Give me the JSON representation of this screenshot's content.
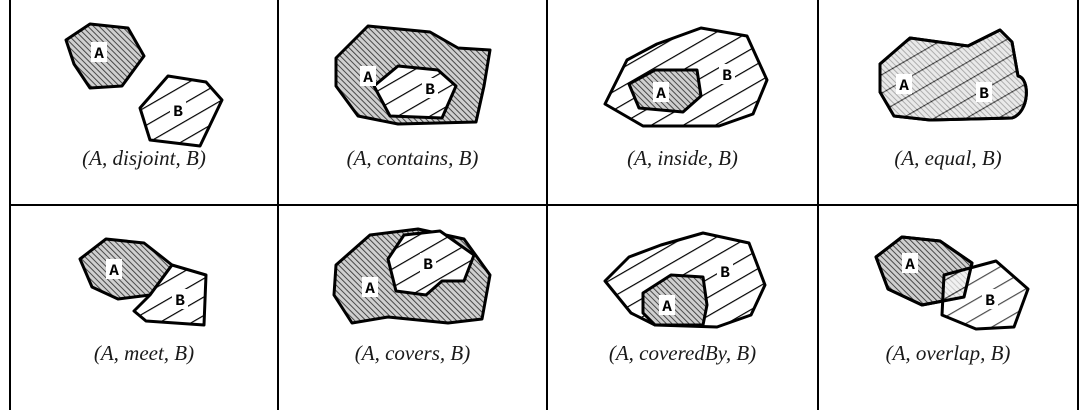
{
  "relations": [
    {
      "label_a": "A",
      "label_b": "B",
      "caption": "(A, disjoint, B)"
    },
    {
      "label_a": "A",
      "label_b": "B",
      "caption": "(A, contains, B)"
    },
    {
      "label_a": "A",
      "label_b": "B",
      "caption": "(A, inside, B)"
    },
    {
      "label_a": "A",
      "label_b": "B",
      "caption": "(A, equal, B)"
    },
    {
      "label_a": "A",
      "label_b": "B",
      "caption": "(A, meet, B)"
    },
    {
      "label_a": "A",
      "label_b": "B",
      "caption": "(A, covers, B)"
    },
    {
      "label_a": "A",
      "label_b": "B",
      "caption": "(A, coveredBy, B)"
    },
    {
      "label_a": "A",
      "label_b": "B",
      "caption": "(A, overlap, B)"
    }
  ],
  "colors": {
    "line": "#000000",
    "background": "#ffffff",
    "hatch": "#555555"
  }
}
